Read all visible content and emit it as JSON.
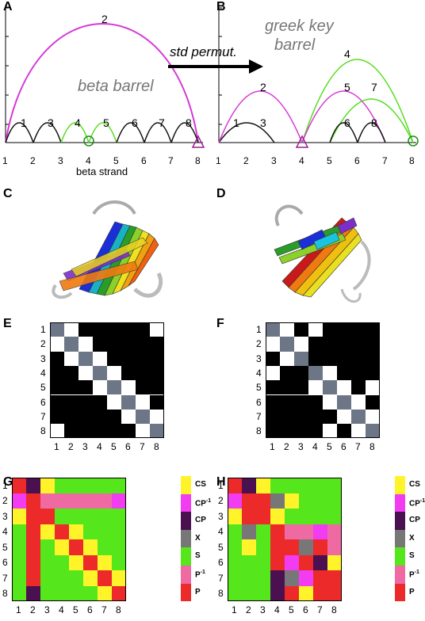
{
  "panels": {
    "A": {
      "letter": "A",
      "label": "beta barrel",
      "xlabel": "beta strand",
      "ticks": [
        "1",
        "2",
        "3",
        "4",
        "5",
        "6",
        "7",
        "8"
      ],
      "arc_labels": [
        "1",
        "2",
        "3",
        "4",
        "5",
        "6",
        "7",
        "8"
      ]
    },
    "B": {
      "letter": "B",
      "label_line1": "greek key",
      "label_line2": "barrel",
      "ticks": [
        "1",
        "2",
        "3",
        "4",
        "5",
        "6",
        "7",
        "8"
      ],
      "arc_labels": [
        "1",
        "2",
        "3",
        "4",
        "5",
        "6",
        "7",
        "8"
      ]
    },
    "C": {
      "letter": "C"
    },
    "D": {
      "letter": "D"
    },
    "E": {
      "letter": "E"
    },
    "F": {
      "letter": "F"
    },
    "G": {
      "letter": "G"
    },
    "H": {
      "letter": "H"
    }
  },
  "arrow_text": "std permut.",
  "matrix_labels": [
    "1",
    "2",
    "3",
    "4",
    "5",
    "6",
    "7",
    "8"
  ],
  "colors": {
    "magenta": "#d63ad6",
    "green": "#55dd1e",
    "black": "#111111",
    "grey_cell": "#6d7687",
    "white": "#ffffff"
  },
  "legend": [
    {
      "label": "CS",
      "color": "#fff42a"
    },
    {
      "label": "CP",
      "sup": "-1",
      "color": "#f23cf2"
    },
    {
      "label": "CP",
      "color": "#4a1050"
    },
    {
      "label": "X",
      "color": "#777777"
    },
    {
      "label": "S",
      "color": "#55e61c"
    },
    {
      "label": "P",
      "sup": "-1",
      "color": "#ef6aa2"
    },
    {
      "label": "P",
      "color": "#ec2a2a"
    }
  ],
  "E_matrix": [
    "GWBBBBBW",
    "WGWBBBBB",
    "BWGWBBBB",
    "BBWGWBBB",
    "BBBWGWBB",
    "BBBBWGWB",
    "BBBBBWGW",
    "WBBBBBWG"
  ],
  "F_matrix": [
    "GWBWBBBB",
    "WGWBBBBB",
    "BWGBBBBB",
    "WBBGWBBB",
    "BBBWGWBW",
    "BBBBWGWB",
    "BBBBBWGW",
    "BBBBWBWG"
  ],
  "G_matrix": [
    "RDYSSSSS",
    "MRPPPPPM",
    "YRRSSSSS",
    "SRYRYSSS",
    "SRSYRYSS",
    "SRSSYRYS",
    "SRSSSYRY",
    "SDSSSSYR"
  ],
  "H_matrix": [
    "RDYSSSSS",
    "MRRXYSSS",
    "YRRYSSSS",
    "SXSRPPMP",
    "SYSRRXRP",
    "SSSRMRDY",
    "SSSDXMRR",
    "SSSDRYRR"
  ]
}
